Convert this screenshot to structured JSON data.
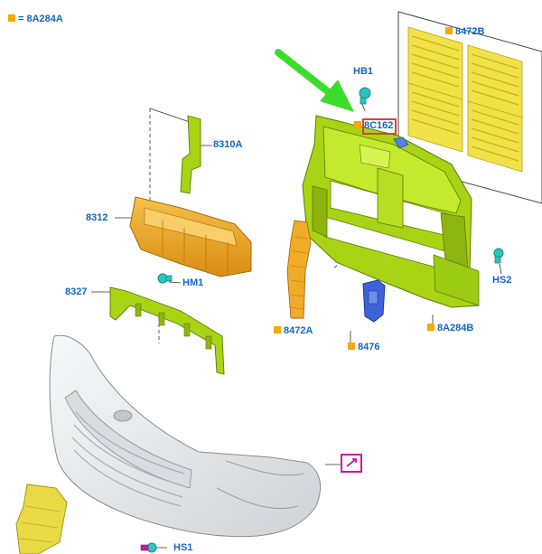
{
  "legend": {
    "marker_color": "#f5a800",
    "text": "= 8A284A"
  },
  "colors": {
    "part_number_text": "#1565c0",
    "ordered_marker": "#f5a800",
    "highlight_box": "#e53935",
    "arrow": "#3ddc2c",
    "radiator_support": "#a8d414",
    "shutter_grille": "#f2e24a",
    "absorber": "#f0ac28",
    "bumper_cover": "#eceef0",
    "sensor": "#3d63d9",
    "clip": "#2ec4c0",
    "magenta_icon": "#d4149c"
  },
  "callouts": [
    {
      "id": "8472B",
      "text": "8472B",
      "ordered": true
    },
    {
      "id": "HB1",
      "text": "HB1",
      "ordered": false
    },
    {
      "id": "8C162",
      "text": "8C162",
      "ordered": true,
      "highlighted": true
    },
    {
      "id": "8310A",
      "text": "8310A",
      "ordered": false
    },
    {
      "id": "8312",
      "text": "8312",
      "ordered": false
    },
    {
      "id": "HM1",
      "text": "HM1",
      "ordered": false
    },
    {
      "id": "8327",
      "text": "8327",
      "ordered": false
    },
    {
      "id": "HS2",
      "text": "HS2",
      "ordered": false
    },
    {
      "id": "8472A",
      "text": "8472A",
      "ordered": true
    },
    {
      "id": "8476",
      "text": "8476",
      "ordered": true
    },
    {
      "id": "8A284B",
      "text": "8A284B",
      "ordered": true
    },
    {
      "id": "HS1",
      "text": "HS1",
      "ordered": false
    }
  ]
}
